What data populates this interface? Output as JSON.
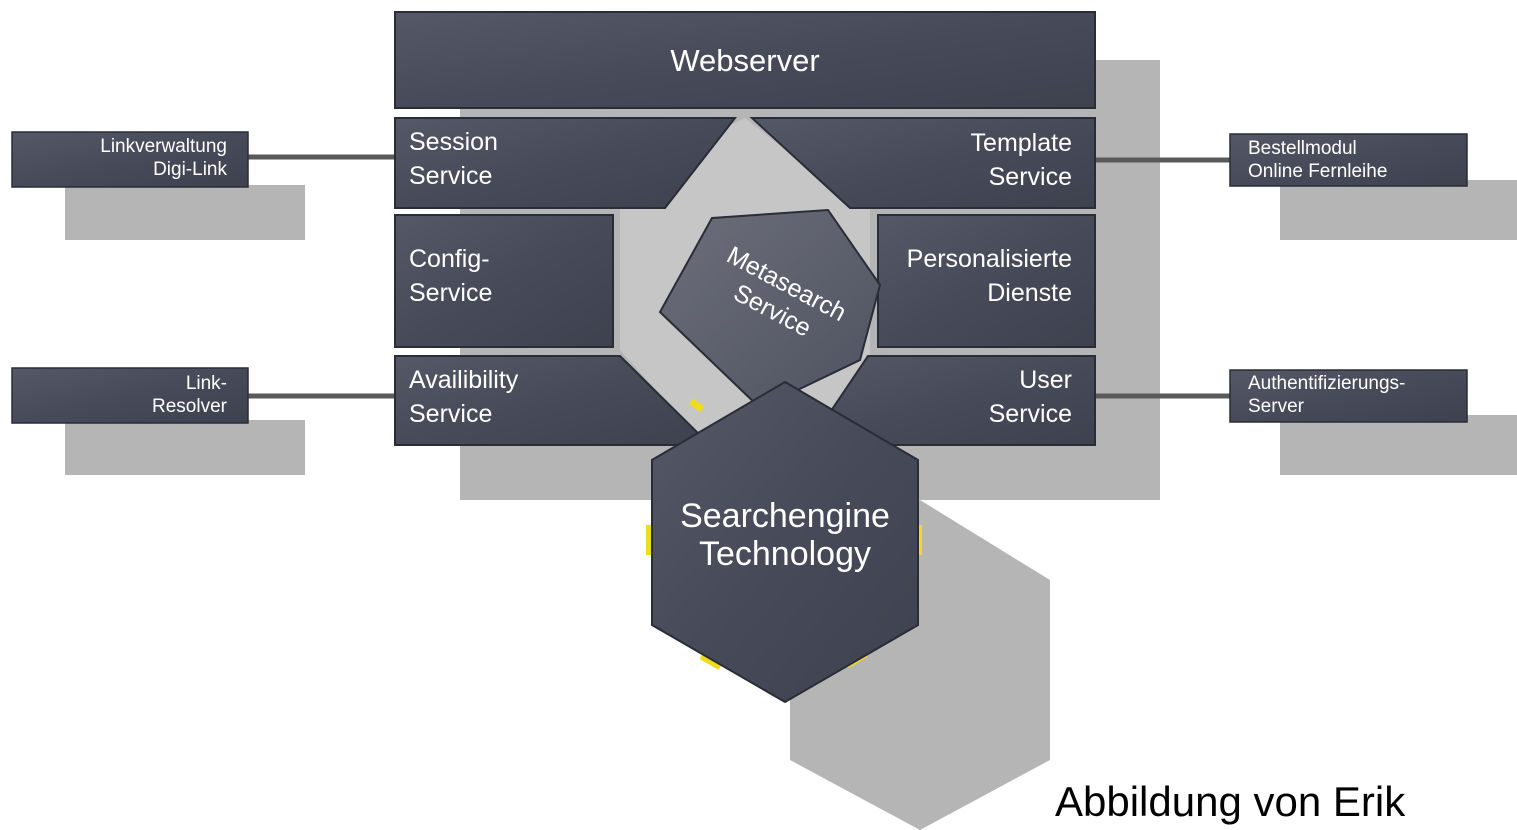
{
  "webserver": "Webserver",
  "blocks": {
    "session": [
      "Session",
      "Service"
    ],
    "template": [
      "Template",
      "Service"
    ],
    "config": [
      "Config-",
      "Service"
    ],
    "personalisiert": [
      "Personalisierte",
      "Dienste"
    ],
    "availability": [
      "Availibility",
      "Service"
    ],
    "user": [
      "User",
      "Service"
    ]
  },
  "side_boxes": {
    "linkverwaltung": [
      "Linkverwaltung",
      "Digi-Link"
    ],
    "link_resolver": [
      "Link-",
      "Resolver"
    ],
    "bestellmodul": [
      "Bestellmodul",
      "Online Fernleihe"
    ],
    "authentifizierung": [
      "Authentifizierungs-",
      "Server"
    ]
  },
  "metasearch": [
    "Metasearch",
    "Service"
  ],
  "searchengine": [
    "Searchengine",
    "Technology"
  ],
  "caption": "Abbildung von Erik",
  "colors": {
    "block": "#4a4d5c",
    "block_edge": "#2a2c36",
    "shadow": "#b5b5b5",
    "center_bg": "#c9c9c9",
    "glow": "#f5e21a",
    "connector": "#5a5a5a"
  }
}
